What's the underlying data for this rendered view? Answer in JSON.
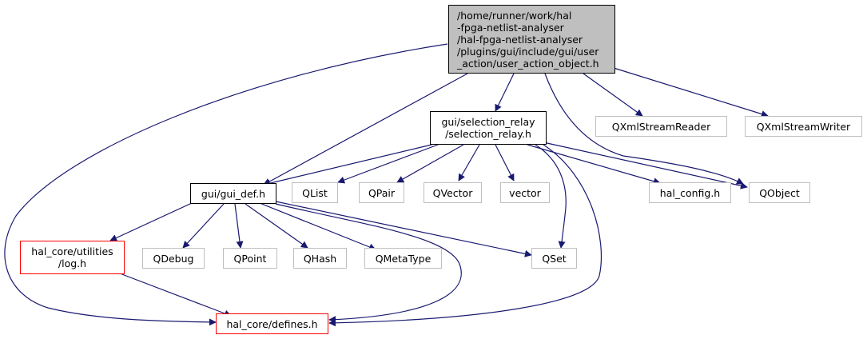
{
  "graph": {
    "nodes": {
      "root": "/home/runner/work/hal\n-fpga-netlist-analyser\n/hal-fpga-netlist-analyser\n/plugins/gui/include/gui/user\n_action/user_action_object.h",
      "selection_relay": "gui/selection_relay\n/selection_relay.h",
      "gui_def": "gui/gui_def.h",
      "log": "hal_core/utilities\n/log.h",
      "defines": "hal_core/defines.h",
      "qlist": "QList",
      "qpair": "QPair",
      "qvector": "QVector",
      "vector": "vector",
      "hal_config": "hal_config.h",
      "qobject": "QObject",
      "qxmlstreamreader": "QXmlStreamReader",
      "qxmlstreamwriter": "QXmlStreamWriter",
      "qdebug": "QDebug",
      "qpoint": "QPoint",
      "qhash": "QHash",
      "qmetatype": "QMetaType",
      "qset": "QSet"
    },
    "colors": {
      "edge": "#191970",
      "root_fill": "#bfbfbf",
      "internal_border": "#000000",
      "missing_border": "#ff0000",
      "external_border": "#bfbfbf"
    }
  }
}
